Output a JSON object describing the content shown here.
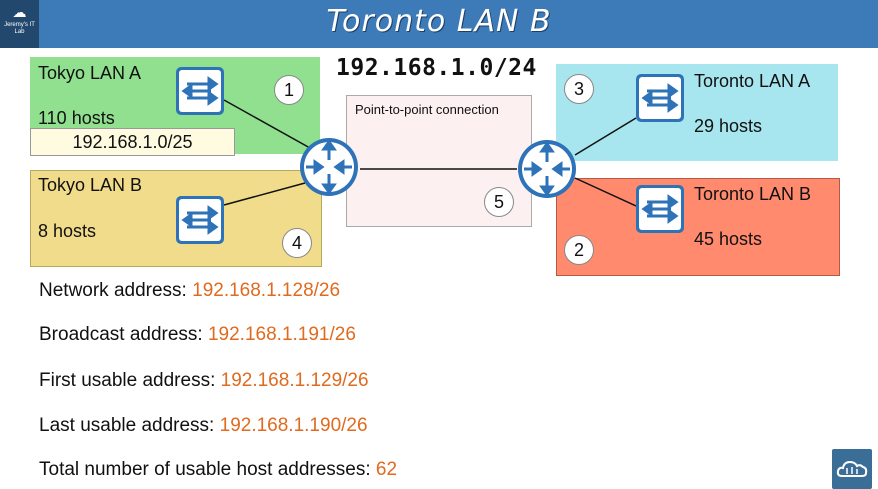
{
  "header": {
    "title": "Toronto LAN B",
    "logo_text": "Jeremy's IT Lab"
  },
  "network": "192.168.1.0/24",
  "p2p": {
    "label": "Point-to-point connection",
    "number": "5"
  },
  "lans": {
    "tokyo_a": {
      "name": "Tokyo LAN A",
      "hosts": "110 hosts",
      "subnet": "192.168.1.0/25",
      "number": "1",
      "color": "#90e090"
    },
    "tokyo_b": {
      "name": "Tokyo LAN B",
      "hosts": "8 hosts",
      "number": "4",
      "color": "#f0dc8a"
    },
    "toronto_a": {
      "name": "Toronto LAN A",
      "hosts": "29 hosts",
      "number": "3",
      "color": "#a8e6ef"
    },
    "toronto_b": {
      "name": "Toronto LAN B",
      "hosts": "45 hosts",
      "number": "2",
      "color": "#ff8a6e"
    }
  },
  "details": [
    {
      "label": "Network address: ",
      "value": "192.168.1.128/26"
    },
    {
      "label": "Broadcast address: ",
      "value": "192.168.1.191/26"
    },
    {
      "label": "First usable address: ",
      "value": "192.168.1.129/26"
    },
    {
      "label": "Last usable address: ",
      "value": "192.168.1.190/26"
    },
    {
      "label": "Total number of usable host addresses: ",
      "value": "62"
    }
  ],
  "colors": {
    "header": "#3d7ab8",
    "accent_value": "#e06a1e",
    "device": "#2e72b8"
  }
}
